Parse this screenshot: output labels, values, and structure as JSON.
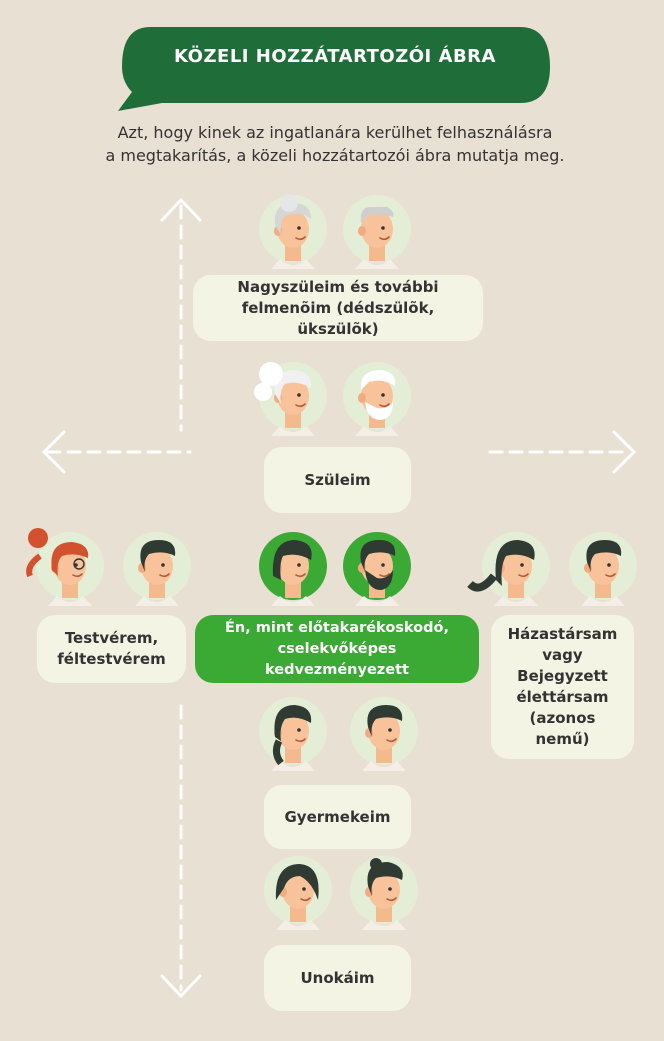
{
  "title": "KÖZELI HOZZÁTARTOZÓI ÁBRA",
  "subtitle": [
    "Azt, hogy kinek az ingatlanára kerülhet felhasználásra",
    "a megtakarítás, a közeli hozzátartozói ábra mutatja meg."
  ],
  "colors": {
    "background": "#e8e0d3",
    "title_bubble": "#1f6e3a",
    "pill": "#f4f4e4",
    "self_pill": "#3aaa35",
    "avatar_circle": "#e4eed6",
    "self_avatar_circle": "#3aaa35",
    "arrow": "#ffffff"
  },
  "nodes": {
    "grandparents": {
      "lines": [
        "Nagyszüleim és további",
        "felmenõim (dédszülõk, ükszülõk)"
      ],
      "icons": [
        "elderly-woman-icon",
        "elderly-man-icon"
      ]
    },
    "parents": {
      "lines": [
        "Szüleim"
      ],
      "icons": [
        "mother-icon",
        "father-icon"
      ]
    },
    "siblings": {
      "lines": [
        "Testvérem,",
        "féltestvérem"
      ],
      "icons": [
        "sister-icon",
        "brother-icon"
      ]
    },
    "self": {
      "lines": [
        "Én, mint előtakarékoskodó,",
        "cselekvőképes kedvezményezett"
      ],
      "icons": [
        "self-woman-icon",
        "self-man-icon"
      ]
    },
    "spouse": {
      "lines": [
        "Házastársam",
        "vagy",
        "Bejegyzett",
        "élettársam",
        "(azonos nemű)"
      ],
      "icons": [
        "partner-woman-icon",
        "partner-man-icon"
      ]
    },
    "children": {
      "lines": [
        "Gyermekeim"
      ],
      "icons": [
        "daughter-icon",
        "son-icon"
      ]
    },
    "grandchildren": {
      "lines": [
        "Unokáim"
      ],
      "icons": [
        "granddaughter-icon",
        "grandson-icon"
      ]
    }
  }
}
